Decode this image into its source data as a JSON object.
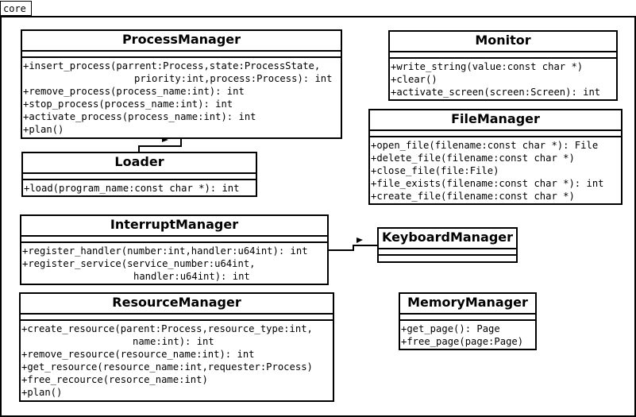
{
  "package": {
    "name": "core"
  },
  "classes": [
    {
      "id": "process-manager",
      "name": "ProcessManager",
      "ops": [
        "+insert_process(parrent:Process,state:ProcessState,",
        "priority:int,process:Process): int",
        "+remove_process(process_name:int): int",
        "+stop_process(process_name:int): int",
        "+activate_process(process_name:int): int",
        "+plan()"
      ]
    },
    {
      "id": "monitor",
      "name": "Monitor",
      "ops": [
        "+write_string(value:const char *)",
        "+clear()",
        "+activate_screen(screen:Screen): int"
      ]
    },
    {
      "id": "file-manager",
      "name": "FileManager",
      "ops": [
        "+open_file(filename:const char *): File",
        "+delete_file(filename:const char *)",
        "+close_file(file:File)",
        "+file_exists(filename:const char *): int",
        "+create_file(filename:const char *)"
      ]
    },
    {
      "id": "loader",
      "name": "Loader",
      "ops": [
        "+load(program_name:const char *): int"
      ]
    },
    {
      "id": "interrupt-manager",
      "name": "InterruptManager",
      "ops": [
        "+register_handler(number:int,handler:u64int): int",
        "+register_service(service_number:u64int,",
        "handler:u64int): int"
      ]
    },
    {
      "id": "keyboard-manager",
      "name": "KeyboardManager",
      "ops": []
    },
    {
      "id": "resource-manager",
      "name": "ResourceManager",
      "ops": [
        "+create_resource(parent:Process,resource_type:int,",
        "name:int): int",
        "+remove_resource(resource_name:int): int",
        "+get_resource(resource_name:int,requester:Process)",
        "+free_recource(resorce_name:int)",
        "+plan()"
      ]
    },
    {
      "id": "memory-manager",
      "name": "MemoryManager",
      "ops": [
        "+get_page(): Page",
        "+free_page(page:Page)"
      ]
    }
  ]
}
